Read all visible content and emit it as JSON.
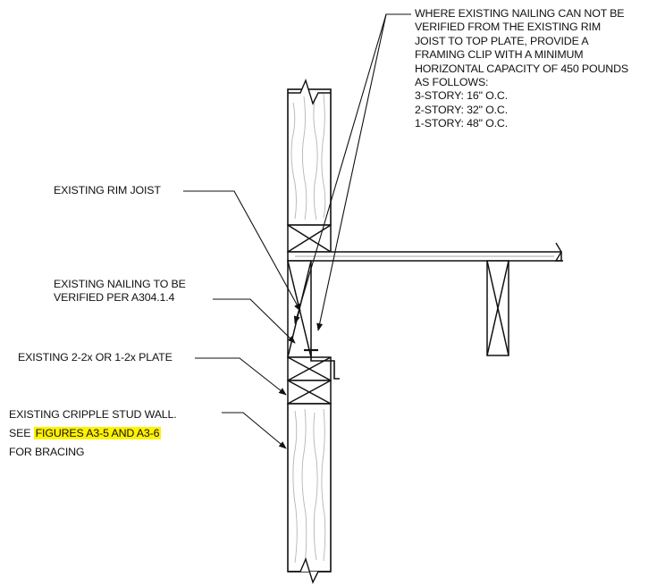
{
  "callouts": {
    "framing_clip": [
      "WHERE EXISTING NAILING CAN NOT BE",
      "VERIFIED FROM THE EXISTING RIM",
      "JOIST TO TOP PLATE, PROVIDE A",
      "FRAMING CLIP WITH A MINIMUM",
      "HORIZONTAL CAPACITY OF 450 POUNDS",
      "AS FOLLOWS:",
      "3-STORY: 16\" O.C.",
      "2-STORY: 32\" O.C.",
      "1-STORY: 48\" O.C."
    ],
    "rim_joist": "EXISTING RIM JOIST",
    "nailing": [
      "EXISTING NAILING TO BE",
      "VERIFIED PER A304.1.4"
    ],
    "plate": "EXISTING 2-2x OR 1-2x PLATE",
    "cripple_wall": {
      "line1": "EXISTING CRIPPLE STUD WALL.",
      "see": "SEE",
      "figures": "FIGURES A3-5 AND A3-6",
      "line3": "FOR BRACING"
    }
  },
  "colors": {
    "ink": "#111111",
    "highlight": "#fff200",
    "paper": "#ffffff",
    "wood_grain": "#b5b5b5"
  }
}
